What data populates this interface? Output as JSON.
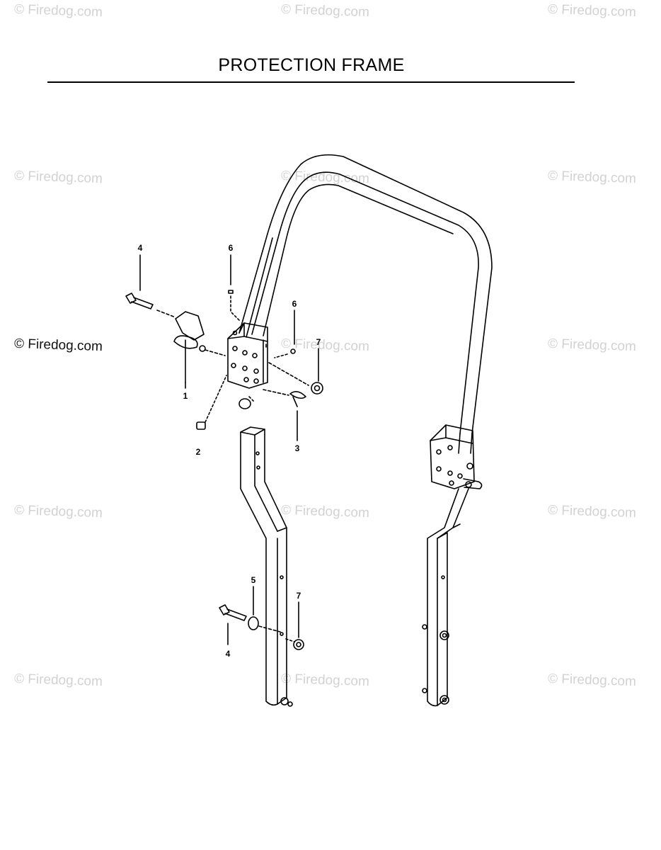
{
  "title": "PROTECTION FRAME",
  "watermark": "© Firedog.com",
  "callouts": {
    "c1": "1",
    "c2": "2",
    "c3": "3",
    "c4a": "4",
    "c4b": "4",
    "c5": "5",
    "c6a": "6",
    "c6b": "6",
    "c7a": "7",
    "c7b": "7"
  }
}
